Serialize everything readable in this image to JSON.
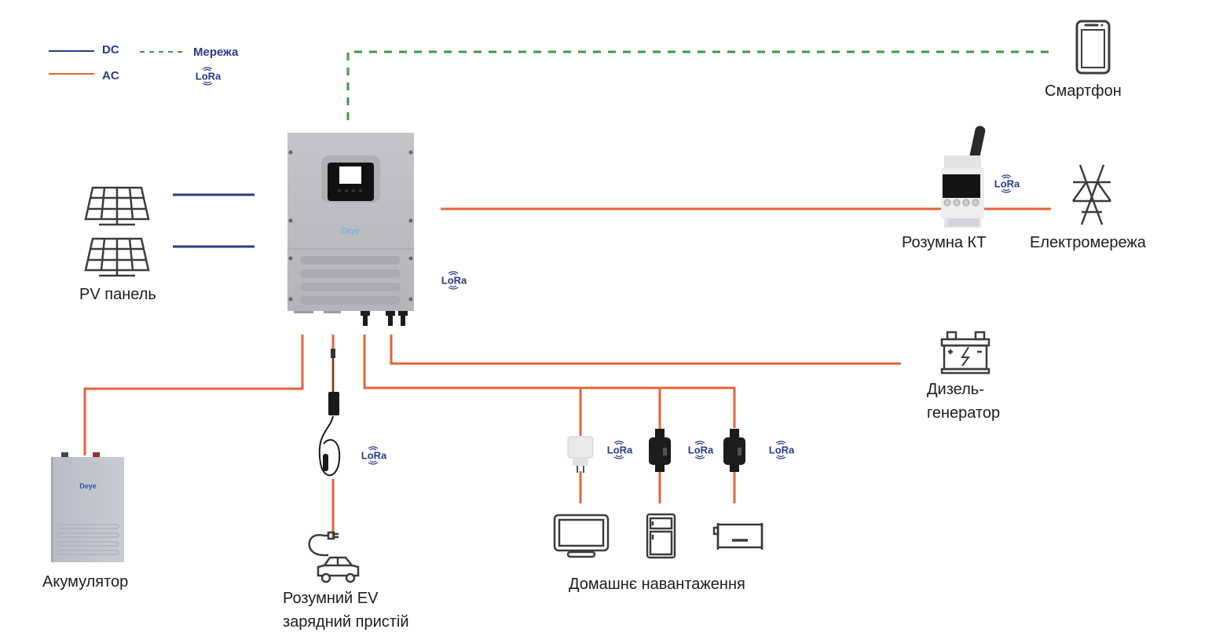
{
  "legend": {
    "dc": "DC",
    "ac": "AC",
    "network": "Мережа",
    "lora": "LoRa"
  },
  "colors": {
    "dc_line": "#2b3a85",
    "ac_line": "#e4643a",
    "network_line": "#3a9a4a",
    "lora_text": "#2b3a85",
    "icon_stroke": "#3c3c3c",
    "device_gray": "#b9bbbf"
  },
  "nodes": {
    "smartphone": {
      "label": "Смартфон",
      "icon": "smartphone-icon"
    },
    "smart_meter": {
      "label": "Розумна КТ",
      "icon": "smart-meter-device"
    },
    "grid": {
      "label": "Електромережа",
      "icon": "power-tower-icon"
    },
    "pv": {
      "label": "PV панель",
      "icon": "solar-panel-icon"
    },
    "inverter": {
      "brand": "Deye",
      "icon": "hybrid-inverter-device"
    },
    "generator": {
      "label_line1": "Дизель-",
      "label_line2": "генератор",
      "icon": "generator-battery-icon"
    },
    "battery": {
      "label": "Акумулятор",
      "brand": "Deye",
      "icon": "battery-device"
    },
    "ev": {
      "label_line1": "Розумний EV",
      "label_line2": "зарядний пристій",
      "icon": "ev-car-icon"
    },
    "home_loads": {
      "label": "Домашнє навантаження",
      "icons": [
        "tv-icon",
        "fridge-icon",
        "air-conditioner-icon"
      ]
    }
  },
  "lora_badges": [
    "LoRa",
    "LoRa",
    "LoRa",
    "LoRa",
    "LoRa",
    "LoRa"
  ]
}
